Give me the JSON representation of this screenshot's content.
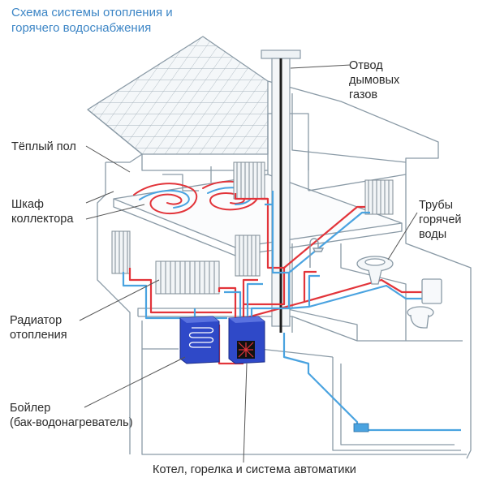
{
  "title": "Схема системы отопления и\nгорячего водоснабжения",
  "labels": {
    "flue": "Отвод\nдымовых\nгазов",
    "warm_floor": "Тёплый пол",
    "manifold": "Шкаф\nколлектора",
    "hot_pipes": "Трубы\nгорячей\nводы",
    "radiator": "Радиатор\nотопления",
    "boiler_tank": "Бойлер\n(бак-водонагреватель)",
    "boiler": "Котел, горелка и система автоматики"
  },
  "colors": {
    "outline": "#8a9aa6",
    "hot": "#e2343a",
    "cold": "#4aa3e0",
    "unit": "#2f49c8",
    "title": "#3d86c6"
  }
}
